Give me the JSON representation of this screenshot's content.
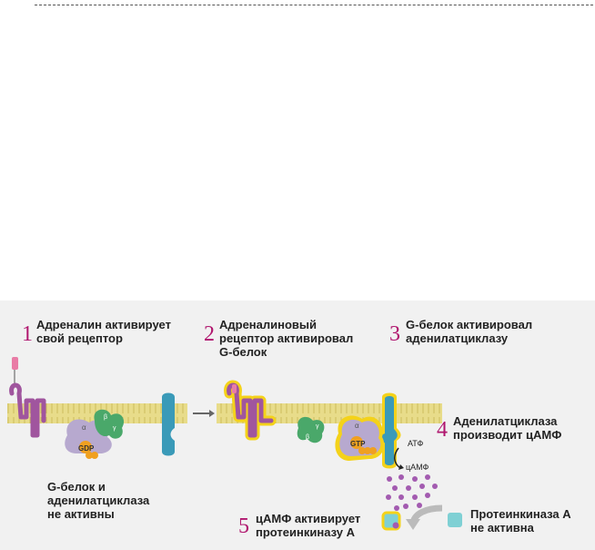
{
  "steps": [
    {
      "num": "1",
      "text": "Адреналин активирует\nсвой рецептор"
    },
    {
      "num": "2",
      "text": "Адреналиновый\nрецептор активировал\nG-белок"
    },
    {
      "num": "3",
      "text": "G-белок активировал\nаденилатциклазу"
    },
    {
      "num": "4",
      "text": "Аденилатциклаза\nпроизводит цАМФ"
    },
    {
      "num": "5",
      "text": "цАМФ активирует\nпротеинкиназу А"
    }
  ],
  "notes": {
    "inactive": "G-белок и\nаденилатциклаза\nне активны",
    "pka_inactive": "Протеинкиназа А\nне активна"
  },
  "labels": {
    "gdp": "GDP",
    "gtp": "GTP",
    "atp": "АТФ",
    "camp": "цАМФ",
    "alpha": "α",
    "beta": "β",
    "gamma": "γ"
  },
  "colors": {
    "membrane": "#e8dc8a",
    "receptor": "#a0559e",
    "adenylyl_cyclase": "#3a9ab8",
    "g_alpha": "#b7a9cf",
    "g_beta_gamma": "#4aa86a",
    "highlight": "#f4d21a",
    "step_number": "#b0166e",
    "pka": "#7fd0d4"
  }
}
